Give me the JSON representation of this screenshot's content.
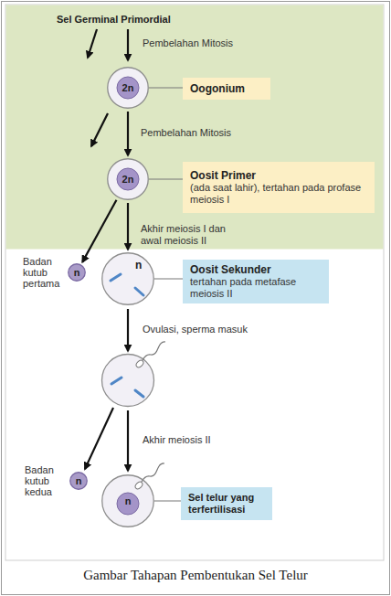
{
  "diagram": {
    "caption": "Gambar Tahapan Pembentukan Sel Telur",
    "nodes": [
      {
        "text": [
          "2n"
        ]
      },
      {
        "text": [
          "Oogonium"
        ]
      },
      {
        "text": [
          "2n"
        ]
      },
      {
        "text": [
          "Oosit Primer",
          "(ada saat lahir), tertahan pada profase meiosis I"
        ]
      },
      {
        "text": [
          "Badan kutub pertama",
          "n"
        ]
      },
      {
        "text": [
          "n"
        ]
      },
      {
        "text": [
          "Oosit Sekunder",
          "tertahan pada metafase meiosis II"
        ]
      },
      {
        "text": [
          "Badan kutub kedua",
          "n"
        ]
      },
      {
        "text": [
          "n"
        ]
      },
      {
        "text": [
          "Sel telur yang terfertilisasi"
        ]
      }
    ],
    "edges": [
      {
        "from": 0,
        "to": 1,
        "arrow": "none"
      },
      {
        "from": 0,
        "to": 2,
        "arrow": "to",
        "label": "Pembelahan Mitosis"
      },
      {
        "from": 2,
        "to": 3,
        "arrow": "none"
      },
      {
        "from": 2,
        "to": 4,
        "arrow": "to"
      },
      {
        "from": 2,
        "to": 5,
        "arrow": "to",
        "label": "Akhir meiosis I dan awal meiosis II"
      },
      {
        "from": 5,
        "to": 6,
        "arrow": "none"
      },
      {
        "from": 8,
        "to": 9,
        "arrow": "none"
      }
    ],
    "labels": [
      "Sel Germinal Primordial",
      "Pembelahan Mitosis",
      "Ovulasi, sperma masuk",
      "Akhir meiosis II"
    ]
  }
}
